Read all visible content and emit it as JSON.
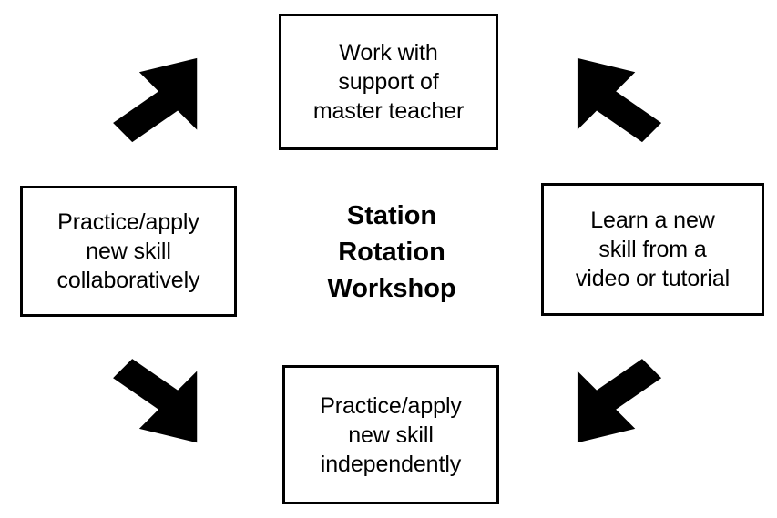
{
  "diagram": {
    "title": "Station Rotation Workshop",
    "center": {
      "label": "Station\nRotation\nWorkshop",
      "name": "center-label"
    },
    "colors": {
      "stroke": "#000000",
      "fill": "#FFFFFF",
      "text": "#000000",
      "arrow": "#000000"
    },
    "nodes": [
      {
        "id": "top",
        "label": "Work with\nsupport of\nmaster teacher",
        "position": "top"
      },
      {
        "id": "right",
        "label": "Learn a new\nskill from a\nvideo or tutorial",
        "position": "right"
      },
      {
        "id": "bottom",
        "label": "Practice/apply\nnew skill\nindependently",
        "position": "bottom"
      },
      {
        "id": "left",
        "label": "Practice/apply\nnew skill\ncollaboratively",
        "position": "left"
      }
    ],
    "arrows": [
      {
        "id": "ne",
        "icon": "arrow-northeast-icon",
        "direction": "northeast",
        "from": "left",
        "to": "top"
      },
      {
        "id": "se",
        "icon": "arrow-southeast-icon",
        "direction": "southeast",
        "from": "top",
        "to": "right"
      },
      {
        "id": "sw",
        "icon": "arrow-southwest-icon",
        "direction": "southwest",
        "from": "right",
        "to": "bottom"
      },
      {
        "id": "nw",
        "icon": "arrow-northwest-icon",
        "direction": "northwest",
        "from": "bottom",
        "to": "left"
      }
    ]
  }
}
